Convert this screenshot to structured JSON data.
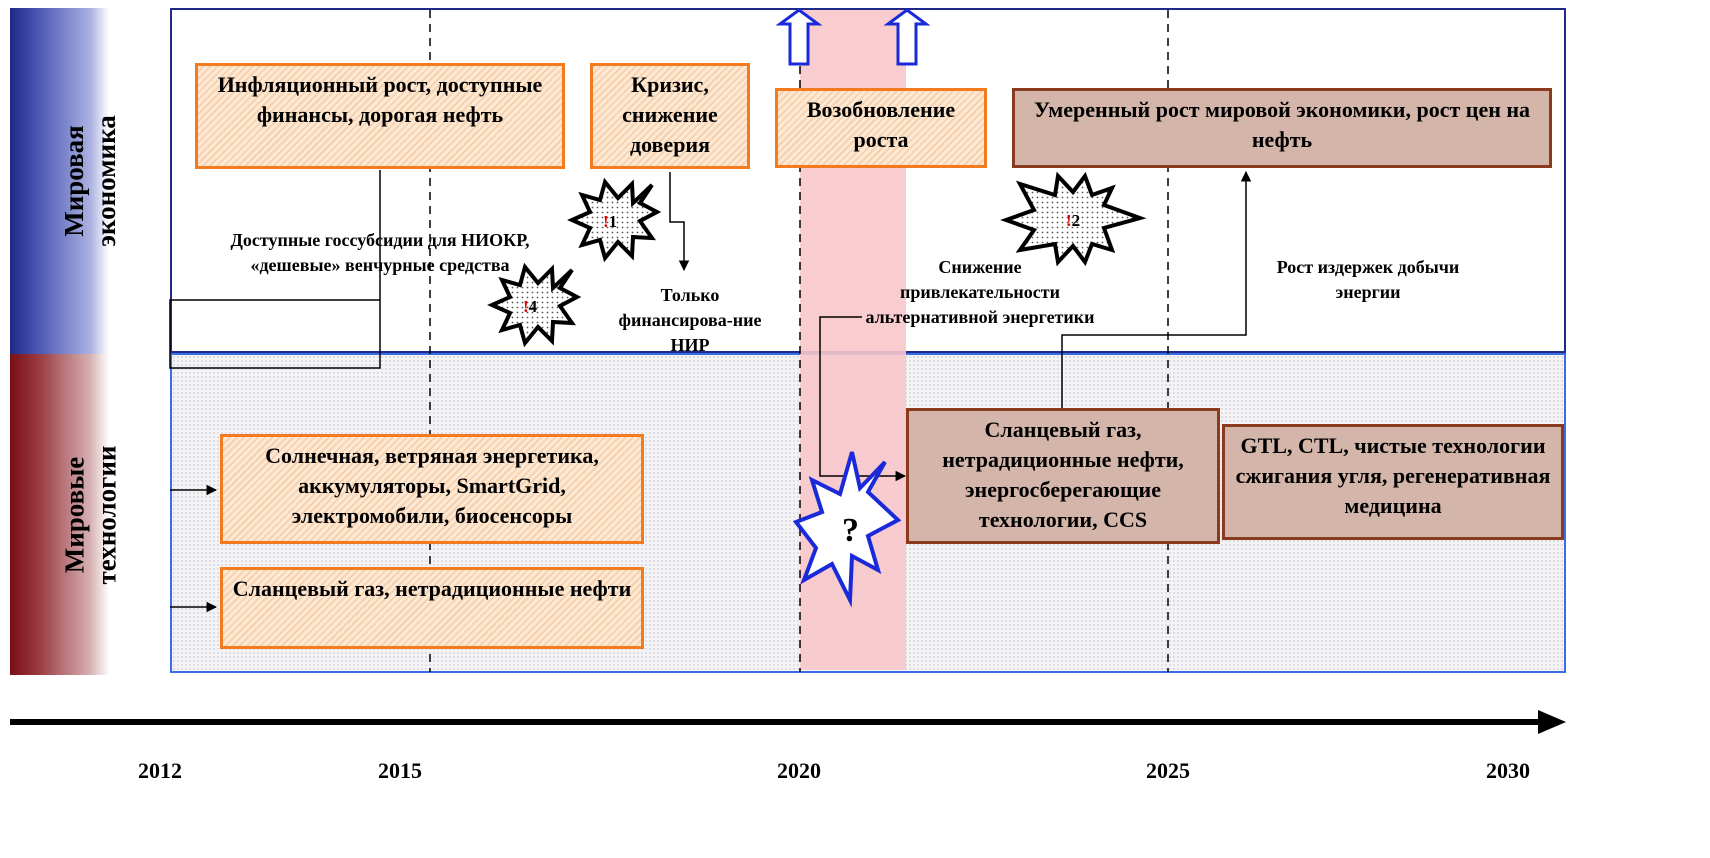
{
  "rows": {
    "economy": {
      "line1": "Мировая",
      "line2": "экономика"
    },
    "technology": {
      "line1": "Мировые",
      "line2": "технологии"
    }
  },
  "economy_boxes": [
    {
      "text": "Инфляционный рост, доступные финансы, дорогая нефть"
    },
    {
      "text": "Кризис, снижение доверия"
    },
    {
      "text": "Возобновление роста"
    },
    {
      "text": "Умеренный рост мировой экономики, рост цен на нефть"
    }
  ],
  "technology_boxes": [
    {
      "text": "Солнечная, ветряная энергетика, аккумуляторы, SmartGrid, электромобили, биосенсоры"
    },
    {
      "text": "Сланцевый газ, нетрадиционные нефти"
    },
    {
      "text": "Сланцевый газ, нетрадиционные нефти, энергосберегающие технологии, CCS"
    },
    {
      "text": "GTL, CTL, чистые технологии сжигания угля, регенеративная медицина"
    }
  ],
  "notes": [
    {
      "text": "Доступные госсубсидии для НИОКР, «дешевые» венчурные средства"
    },
    {
      "text": "Только финансирова-ние НИР"
    },
    {
      "text": "Снижение привлекательности альтернативной энергетики"
    },
    {
      "text": "Рост издержек добычи энергии"
    }
  ],
  "risks": [
    {
      "mark": "!",
      "num": "1"
    },
    {
      "mark": "!",
      "num": "4"
    },
    {
      "mark": "!",
      "num": "2"
    },
    {
      "mark": "?",
      "num": ""
    }
  ],
  "timeline": {
    "years": [
      "2012",
      "2015",
      "2020",
      "2025",
      "2030"
    ]
  },
  "colors": {
    "economy_band": "#1f2a8a",
    "technology_band": "#7a0f16",
    "light_box_border": "#f47a20",
    "dark_box_fill": "#d3b5aa",
    "dark_box_border": "#8b3b1d",
    "crisis_band": "#f8c7cb",
    "risk_mark": "#e00000"
  }
}
